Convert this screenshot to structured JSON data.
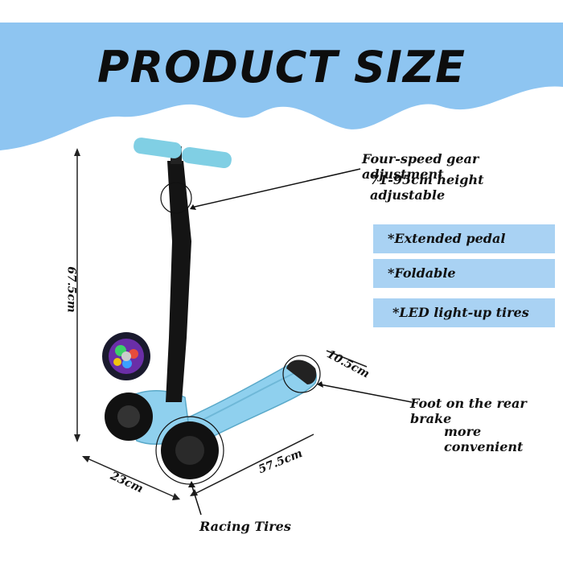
{
  "title": "PRODUCT SIZE",
  "callouts": {
    "gear_line1": "Four-speed gear adjustment",
    "gear_line2": "71-95cm height adjustable",
    "brake_line1": "Foot on the rear brake",
    "brake_line2": "more convenient",
    "tires": "Racing Tires"
  },
  "features": [
    "*Extended pedal",
    "*Foldable",
    "*LED light-up tires"
  ],
  "dimensions": {
    "height": "67.5cm",
    "width": "23cm",
    "length": "57.5cm",
    "pedal": "10.5cm"
  },
  "colors": {
    "banner": "#8ec5f1",
    "deck": "#8fd0ee",
    "feature_box": "#a9d2f3",
    "stem": "#141414"
  }
}
